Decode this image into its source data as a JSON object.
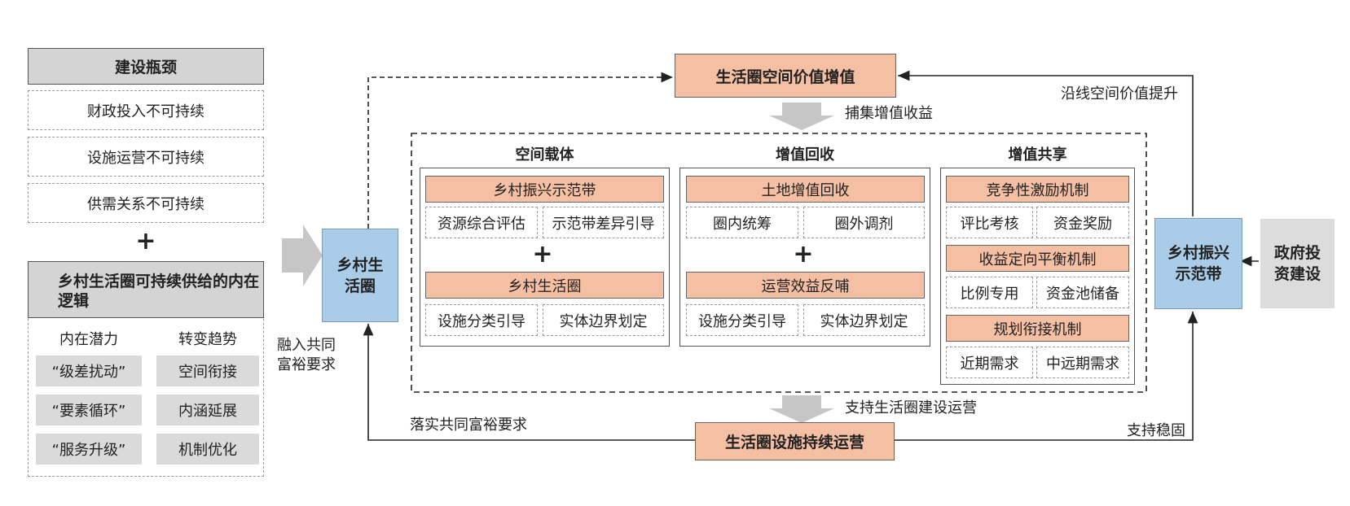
{
  "left": {
    "bottleneck_title": "建设瓶颈",
    "bottlenecks": [
      "财政投入不可持续",
      "设施运营不可持续",
      "供需关系不可持续"
    ],
    "plus": "+",
    "logic_title": "乡村生活圈可持续供给的内在逻辑",
    "col1_title": "内在潜力",
    "col2_title": "转变趋势",
    "col1": [
      "“级差扰动”",
      "“要素循环”",
      "“服务升级”"
    ],
    "col2": [
      "空间衔接",
      "内涵延展",
      "机制优化"
    ]
  },
  "arrow_label": "融入共同富裕要求",
  "circle_box": "乡村生活圈",
  "top_box": "生活圈空间价值增值",
  "capture_label": "捕集增值收益",
  "support_label": "支持生活圈建设运营",
  "bottom_box": "生活圈设施持续运营",
  "implement_label": "落实共同富裕要求",
  "along_label": "沿线空间价值提升",
  "stable_label": "支持稳固",
  "demo_box": "乡村振兴示范带",
  "gov_box": "政府投资建设",
  "panels": {
    "spatial": {
      "title": "空间载体",
      "head1": "乡村振兴示范带",
      "row1": [
        "资源综合评估",
        "示范带差异引导"
      ],
      "plus": "+",
      "head2": "乡村生活圈",
      "row2": [
        "设施分类引导",
        "实体边界划定"
      ]
    },
    "recovery": {
      "title": "增值回收",
      "head1": "土地增值回收",
      "row1": [
        "圈内统筹",
        "圈外调剂"
      ],
      "plus": "+",
      "head2": "运营效益反哺",
      "row2": [
        "设施分类引导",
        "实体边界划定"
      ]
    },
    "share": {
      "title": "增值共享",
      "head1": "竞争性激励机制",
      "row1": [
        "评比考核",
        "资金奖励"
      ],
      "head2": "收益定向平衡机制",
      "row2": [
        "比例专用",
        "资金池储备"
      ],
      "head3": "规划衔接机制",
      "row3": [
        "近期需求",
        "中远期需求"
      ]
    }
  },
  "colors": {
    "peach": "#f5bfa3",
    "blue": "#a9cde9",
    "gray": "#d4d4d4",
    "light_gray": "#dadada"
  }
}
